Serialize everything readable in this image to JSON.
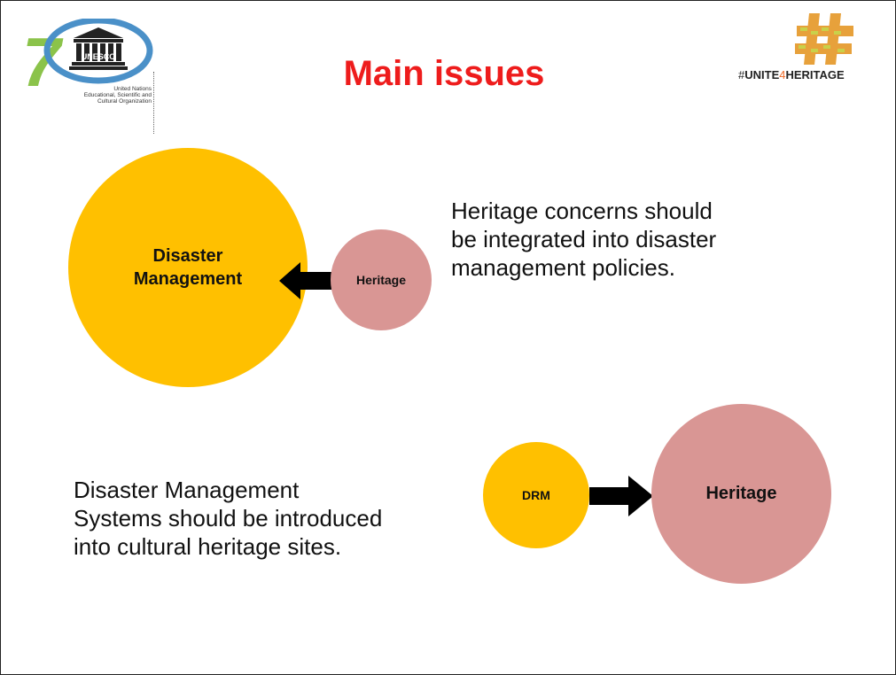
{
  "slide": {
    "title": "Main issues",
    "colors": {
      "title": "#ee1c1c",
      "disaster": "#ffc000",
      "heritage": "#d99694",
      "arrow": "#000000"
    }
  },
  "logos": {
    "unesco": {
      "icon": "unesco-70-temple-logo",
      "wordmark": "UNESCO",
      "org_lines": [
        "United Nations",
        "Educational, Scientific and",
        "Cultural Organization"
      ]
    },
    "unite4heritage": {
      "icon": "hashtag-brick-logo",
      "hash": "#",
      "word1": "UNITE",
      "num": "4",
      "word2": "HERITAGE"
    }
  },
  "diagram": {
    "top": {
      "big_circle": {
        "line1": "Disaster",
        "line2": "Management"
      },
      "small_circle": "Heritage",
      "arrow_direction": "left",
      "text": "Heritage concerns should be integrated into disaster management policies."
    },
    "bottom": {
      "small_circle": "DRM",
      "big_circle": "Heritage",
      "arrow_direction": "right",
      "text": "Disaster Management Systems should be introduced into  cultural heritage sites."
    }
  }
}
